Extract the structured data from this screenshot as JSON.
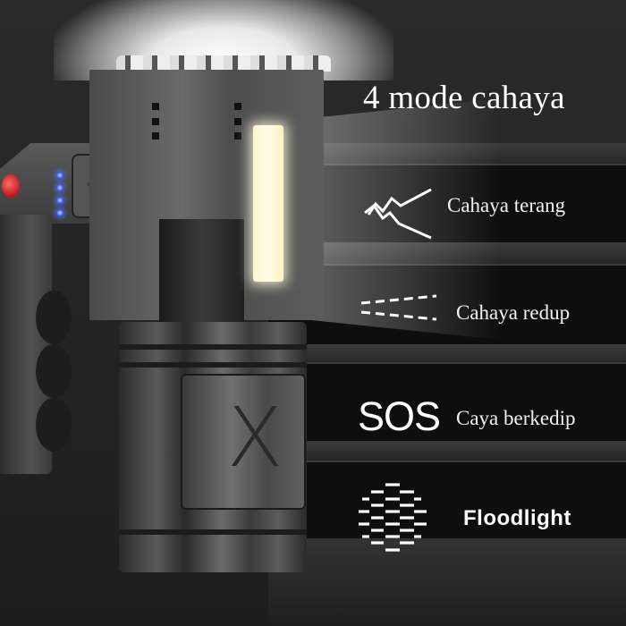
{
  "title": "4 mode cahaya",
  "modes": [
    {
      "icon": "lightning-bolts-icon",
      "label": "Cahaya terang"
    },
    {
      "icon": "dashed-beams-icon",
      "label": "Cahaya redup"
    },
    {
      "icon_text": "SOS",
      "label": "Caya berkedip"
    },
    {
      "icon": "floodlight-icon",
      "label": "Floodlight"
    }
  ],
  "product": {
    "battery_leds": 4,
    "led_color": "#4a66ff",
    "power_button_color": "#d42020",
    "body_logo": "X"
  },
  "colors": {
    "background": "#1e1e1e",
    "band": "#0e0e0e",
    "text": "#ffffff"
  }
}
